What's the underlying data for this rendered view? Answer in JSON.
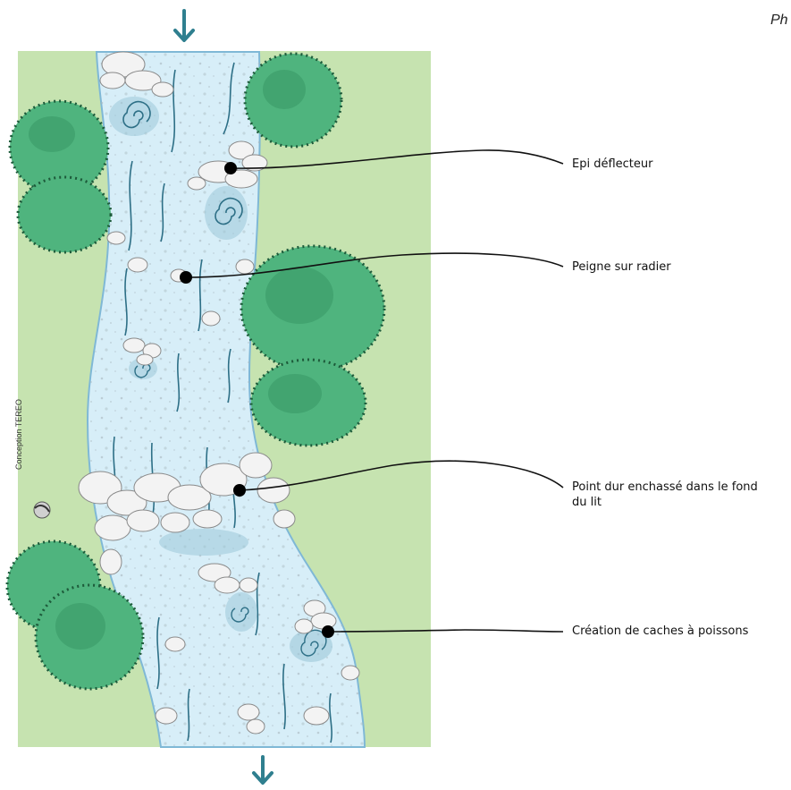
{
  "corner_text": "Ph",
  "credit": "Conception TEREO",
  "callouts": [
    {
      "label": "Epi déflecteur"
    },
    {
      "label": "Peigne sur radier"
    },
    {
      "label": "Point dur enchassé dans le fond du lit"
    },
    {
      "label": "Création de caches à poissons"
    }
  ],
  "colors": {
    "bank_grass": "#c6e3b0",
    "water": "#d7eef8",
    "water_edge": "#7fb8d6",
    "bush": "#4fb47e",
    "bush_dark": "#2f8a5a",
    "stone": "#f2f2f2",
    "flow_arrow": "#2f7f8f"
  },
  "icons": [
    "flow-arrow-down-icon",
    "tereo-logo-icon"
  ]
}
